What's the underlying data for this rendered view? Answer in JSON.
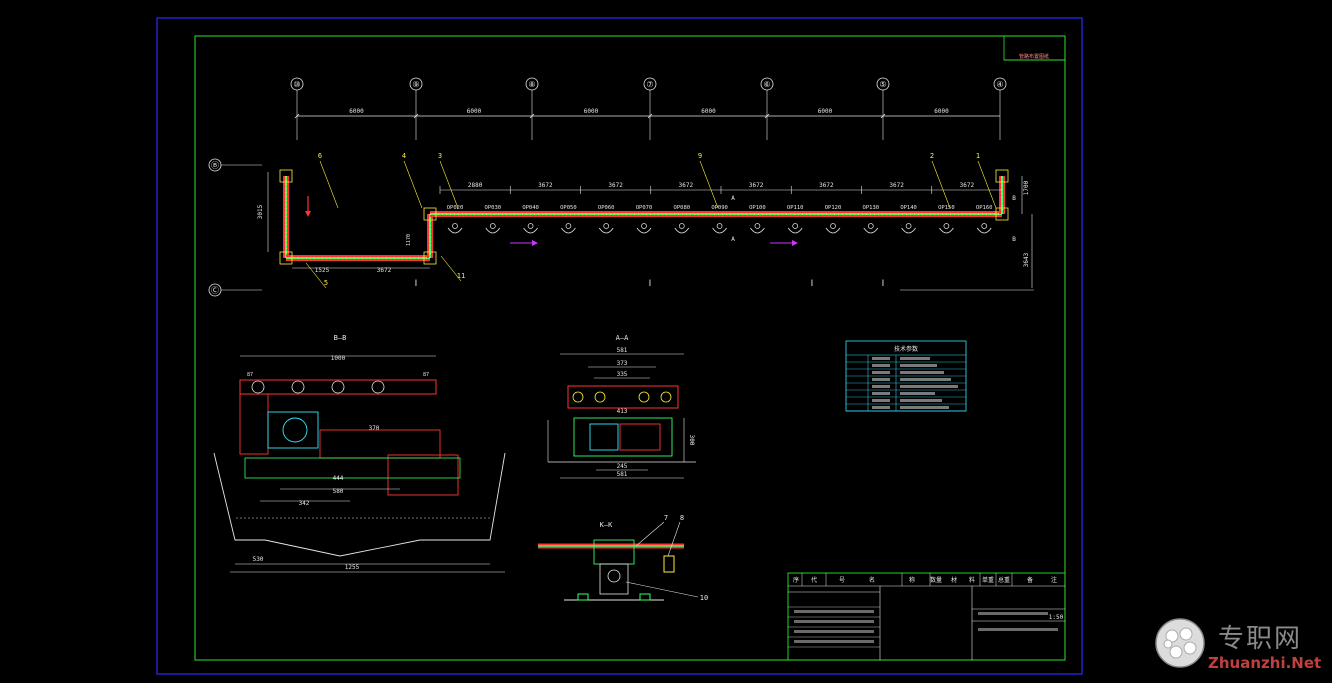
{
  "colors": {
    "background": "#000000",
    "outer_frame": "#2a2aff",
    "inner_frame": "#2ee52e",
    "dimension": "#e6e6e6",
    "conveyor": "#ff3333",
    "chain": "#33ff66",
    "accent_yellow": "#ffee33",
    "accent_cyan": "#33e6ff",
    "arrow_magenta": "#cc33ff",
    "table_text": "#e6e6e6"
  },
  "plan_view": {
    "column_bubbles": [
      "⑩",
      "⑨",
      "⑧",
      "⑦",
      "⑥",
      "⑤",
      "④"
    ],
    "top_spans": [
      "6000",
      "6000",
      "6000",
      "6000",
      "6000",
      "6000"
    ],
    "row_bubbles": [
      "Ⓑ",
      "Ⓒ"
    ],
    "balloons": [
      "6",
      "4",
      "3",
      "9",
      "2",
      "1",
      "5",
      "11"
    ],
    "segment_dims": [
      "2880",
      "3672",
      "3672",
      "3672",
      "3672",
      "3672",
      "3672",
      "3672"
    ],
    "stations": [
      "OP020",
      "OP030",
      "OP040",
      "OP050",
      "OP060",
      "OP070",
      "OP080",
      "OP090",
      "OP100",
      "OP110",
      "OP120",
      "OP130",
      "OP140",
      "OP150",
      "OP160"
    ],
    "left_dims": [
      "3015",
      "1525",
      "3672",
      "1170"
    ],
    "right_dims": [
      "1700",
      "3643"
    ],
    "section_marks": [
      "A",
      "A",
      "B",
      "B"
    ]
  },
  "section_bb": {
    "title": "B—B",
    "dims": [
      "1000",
      "87",
      "87",
      "370",
      "444",
      "580",
      "342",
      "530",
      "1255"
    ]
  },
  "section_aa": {
    "title": "A—A",
    "dims": [
      "581",
      "373",
      "335",
      "413",
      "300",
      "245",
      "581"
    ]
  },
  "section_kk": {
    "title": "K—K",
    "balloons": [
      "7",
      "8",
      "10"
    ]
  },
  "tech_table": {
    "title": "技术参数"
  },
  "title_block": {
    "header_cells": [
      "序",
      "代",
      "号",
      "名",
      "称",
      "数量",
      "材",
      "料",
      "单重",
      "总重",
      "备",
      "注"
    ],
    "scale": "1:50"
  },
  "corner_tag": "管路布置图纸",
  "watermark": {
    "cn": "专职网",
    "en": "Zhuanzhi.Net"
  }
}
